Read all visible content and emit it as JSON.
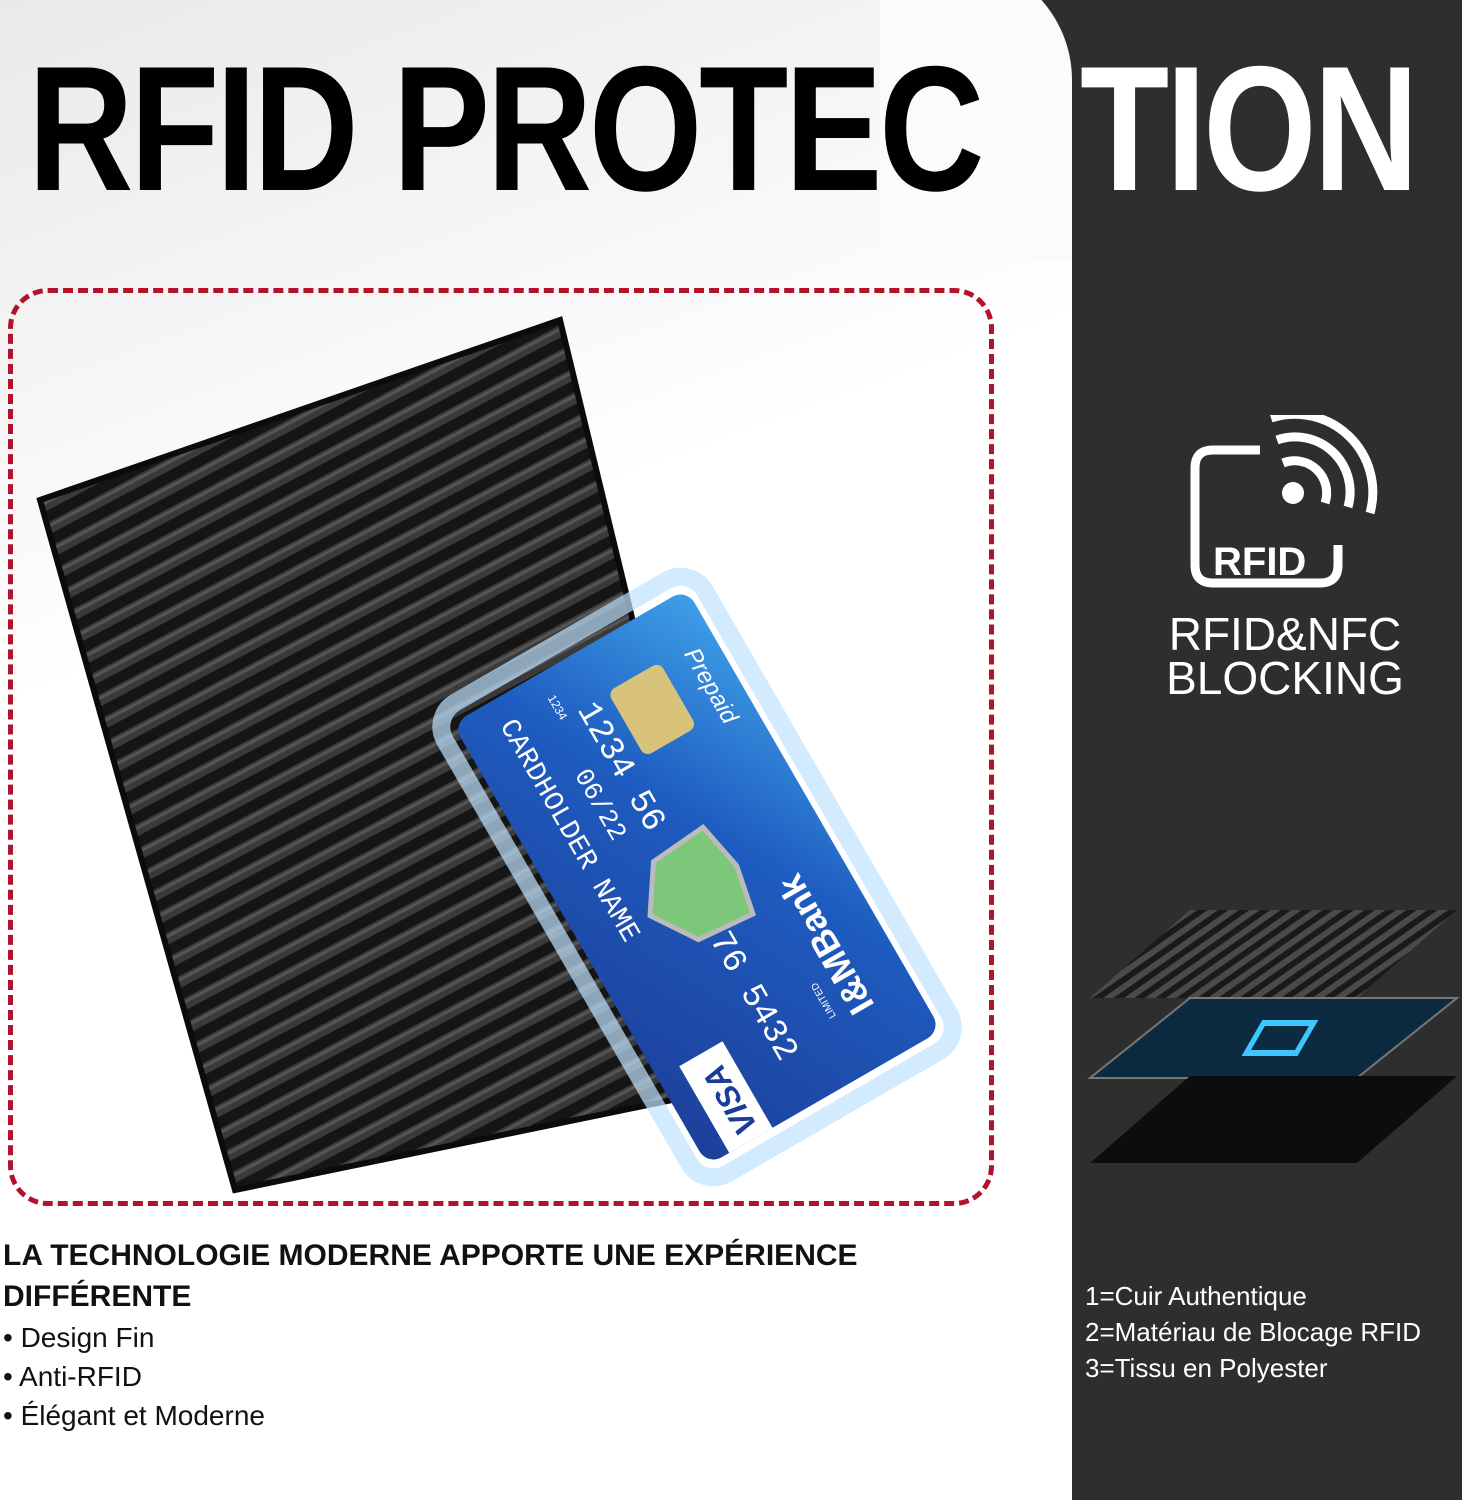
{
  "title": {
    "part_dark": "RFID PROTEC",
    "part_light": "TION"
  },
  "card": {
    "type": "Prepaid",
    "number_start": "1234 56",
    "number_end": "76 5432",
    "small_number": "1234",
    "expiry": "06/22",
    "holder": "CARDHOLDER NAME",
    "bank": "I&MBank",
    "bank_sub": "LIMITED",
    "network": "VISA"
  },
  "rfid_badge": {
    "label": "RFID",
    "caption_line1": "RFID&NFC",
    "caption_line2": "BLOCKING"
  },
  "layers": [
    "1=Cuir Authentique",
    "2=Matériau de Blocage RFID",
    "3=Tissu en Polyester"
  ],
  "heading": "LA TECHNOLOGIE MODERNE APPORTE UNE EXPÉRIENCE DIFFÉRENTE",
  "bullets": [
    "• Design Fin",
    "• Anti-RFID",
    "• Élégant et Moderne"
  ],
  "colors": {
    "dashed_border": "#b3122b",
    "panel": "#2e2e2e",
    "card_blue": "#1f4fb0"
  }
}
